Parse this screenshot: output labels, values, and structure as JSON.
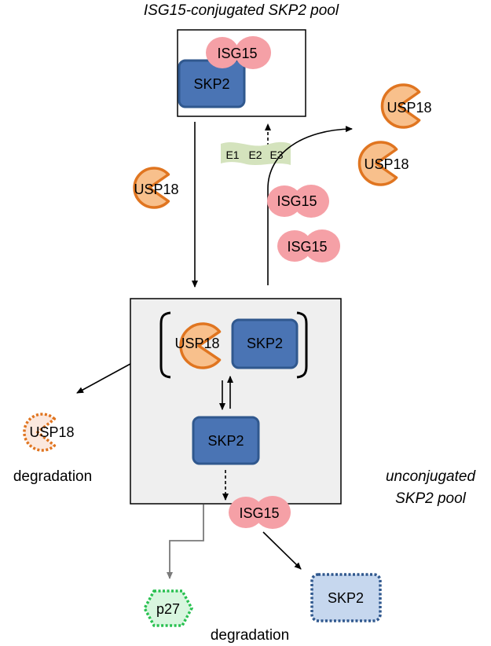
{
  "labels": {
    "conjugated_pool_title": "ISG15-conjugated SKP2 pool",
    "unconjugated_pool_line1": "unconjugated",
    "unconjugated_pool_line2": "SKP2 pool",
    "usp18_degradation": "degradation",
    "p27_degradation": "degradation"
  },
  "proteins": {
    "skp2": "SKP2",
    "isg15": "ISG15",
    "usp18": "USP18",
    "p27": "p27"
  },
  "enzymes": {
    "e1": "E1",
    "e2": "E2",
    "e3": "E3"
  },
  "colors": {
    "skp2_fill": "#4a74b4",
    "skp2_stroke": "#30588e",
    "isg15_fill": "#f5a0a6",
    "usp18_fill": "#f8c08c",
    "usp18_stroke": "#e07520",
    "p27_fill": "#d8f6df",
    "p27_stroke": "#28c050",
    "enzyme_fill": "#d4e3bd",
    "pool_fill": "#efefef"
  }
}
